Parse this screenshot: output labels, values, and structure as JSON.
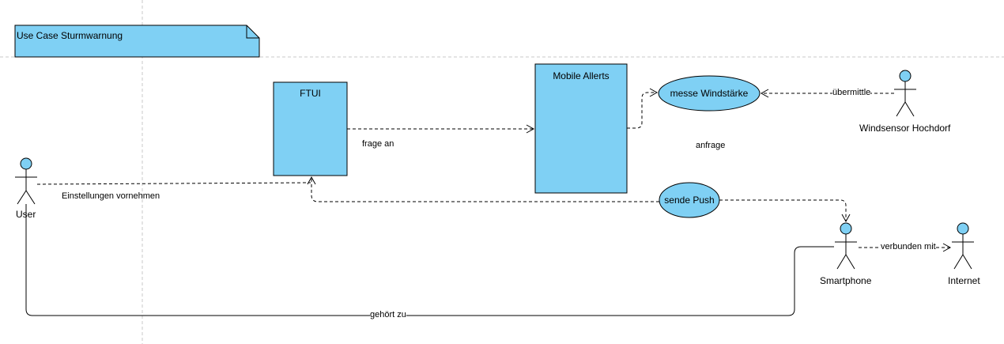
{
  "colors": {
    "fill": "#7fd0f4",
    "stroke": "#000000",
    "guide": "#c8c8c8"
  },
  "note": {
    "title": "Use Case Sturmwarnung"
  },
  "components": {
    "ftui": "FTUI",
    "mobile_alerts": "Mobile Allerts"
  },
  "use_cases": {
    "messe": "messe Windstärke",
    "sende": "sende Push"
  },
  "actors": {
    "user": "User",
    "windsensor": "Windsensor Hochdorf",
    "smartphone": "Smartphone",
    "internet": "Internet"
  },
  "edge_labels": {
    "einstellungen": "Einstellungen vornehmen",
    "frage_an": "frage an",
    "anfrage": "anfrage",
    "uebermittle": "übermittle",
    "verbunden": "verbunden mit",
    "gehoert": "gehört zu"
  }
}
